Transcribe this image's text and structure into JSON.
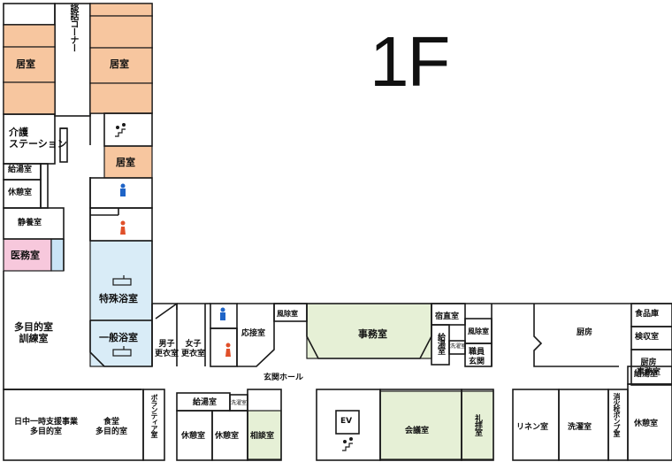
{
  "floor_label": "1F",
  "colors": {
    "residence": "#f7c69f",
    "bath": "#d9ecf7",
    "office": "#e6f0d6",
    "medical": "#f7c8dc",
    "medical_side": "#c9e4f5",
    "wall": "#1a1a1a",
    "male": "#1f64c7",
    "female": "#e0502a"
  },
  "rooms": {
    "danwa_corner": "談話コーナー",
    "kyoshitsu_left": "居室",
    "kyoshitsu_right": "居室",
    "kaigo_station": "介護\nステーション",
    "kyoshitsu_mid": "居室",
    "kyutoshitsu_top": "給湯室",
    "kyukeishitsu_top": "休憩室",
    "seiyoshitsu": "静養室",
    "imushitsu": "医務室",
    "tokushu_yokushitsu": "特殊浴室",
    "tamokuteki_kunren": "多目的室\n訓練室",
    "ippan_yokushitsu": "一般浴室",
    "danshi_koishitsu": "男子\n更衣室",
    "joshi_koishitsu": "女子\n更衣室",
    "ousetsushitsu": "応接室",
    "furoshitsu": "風除室",
    "jimushitsu": "事務室",
    "shukuchokushitsu": "宿直室",
    "furoshitsu2": "風除室",
    "kyutoshitsu_jimu": "給湯室",
    "sensui": "洗濯室",
    "shokuin_genkan": "職員\n玄関",
    "chubo": "厨房",
    "shokuhinko": "食品庫",
    "kenshushitsu": "検収室",
    "chubo_jimushitsu": "厨房\n事務室",
    "genkan_hall": "玄関ホール",
    "nicchu_shien": "日中一時支援事業\n多目的室",
    "shokudo": "食堂\n多目的室",
    "volunteer": "ボランティア室",
    "kyutoshitsu_bottom": "給湯室",
    "hokanshitsu": "洗濯室",
    "kyukeishitsu_b1": "休憩室",
    "kyukeishitsu_b2": "休憩室",
    "sodanshitsu": "相談室",
    "ev": "EV",
    "kaigishitsu": "会議室",
    "reihaishitsu": "礼拝室",
    "rinenshitsu": "リネン室",
    "sentakushitsu": "洗濯室",
    "shokasen_pump": "消火栓ポンプ室",
    "kyutoshitsu_br": "給湯室",
    "kyukeishitsu_br": "休憩室"
  }
}
